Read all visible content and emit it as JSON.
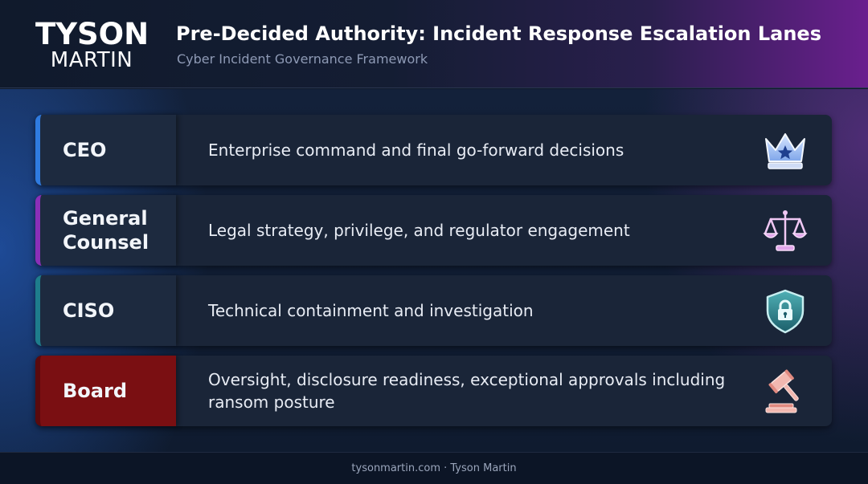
{
  "header": {
    "logo_top": "TYSON",
    "logo_bottom": "MARTIN",
    "title": "Pre-Decided Authority: Incident Response Escalation Lanes",
    "subtitle": "Cyber Incident Governance Framework"
  },
  "lanes": [
    {
      "role": "CEO",
      "description": "Enterprise command and final go-forward decisions",
      "icon": "crown-icon",
      "accent": "#2f7be0"
    },
    {
      "role": "General Counsel",
      "description": "Legal strategy, privilege, and regulator engagement",
      "icon": "scales-icon",
      "accent": "#8a2fb8"
    },
    {
      "role": "CISO",
      "description": "Technical containment and investigation",
      "icon": "shield-lock-icon",
      "accent": "#1e7d8c"
    },
    {
      "role": "Board",
      "description": "Oversight, disclosure readiness, exceptional approvals including ransom posture",
      "icon": "gavel-icon",
      "accent": "#7a0f12"
    }
  ],
  "footer": {
    "text": "tysonmartin.com · Tyson Martin"
  }
}
